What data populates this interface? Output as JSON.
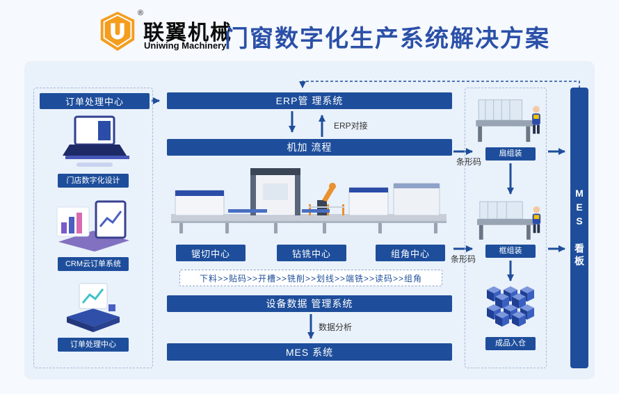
{
  "colors": {
    "primary_blue": "#1e4e9b",
    "title_blue": "#2b50a8",
    "logo_orange": "#f59d1e",
    "board_bg": "#e9f1fa"
  },
  "header": {
    "company_cn": "联翼机械",
    "company_en": "Uniwing Machinery",
    "registered_mark": "®",
    "title": "门窗数字化生产系统解决方案"
  },
  "left_panel": {
    "header": "订单处理中心",
    "items": [
      {
        "label": "门店数字化设计",
        "icon": "laptop-storefront-illustration"
      },
      {
        "label": "CRM云订单系统",
        "icon": "crm-charts-illustration"
      },
      {
        "label": "订单处理中心",
        "icon": "order-platform-illustration"
      }
    ]
  },
  "center": {
    "erp_bar": "ERP管 理系统",
    "erp_link_label": "ERP对接",
    "machining_bar": "机加 流程",
    "work_centers": [
      {
        "label": "锯切中心"
      },
      {
        "label": "钻铣中心"
      },
      {
        "label": "组角中心"
      }
    ],
    "process_flow": "下料>>贴码>>开槽>>铣削>>划线>>端铣>>读码>>组角",
    "device_data_bar": "设备数据 管理系统",
    "data_analysis_label": "数据分析",
    "mes_bar": "MES 系统"
  },
  "right_panel": {
    "barcode_label_top": "条形码",
    "barcode_label_bottom": "条形码",
    "stations": [
      {
        "label": "扇组装",
        "icon": "sash-assembly-machine-illustration"
      },
      {
        "label": "框组装",
        "icon": "frame-assembly-machine-illustration"
      },
      {
        "label": "成品入仓",
        "icon": "finished-goods-pallets-illustration"
      }
    ]
  },
  "mes_board_label": "MES 看板"
}
